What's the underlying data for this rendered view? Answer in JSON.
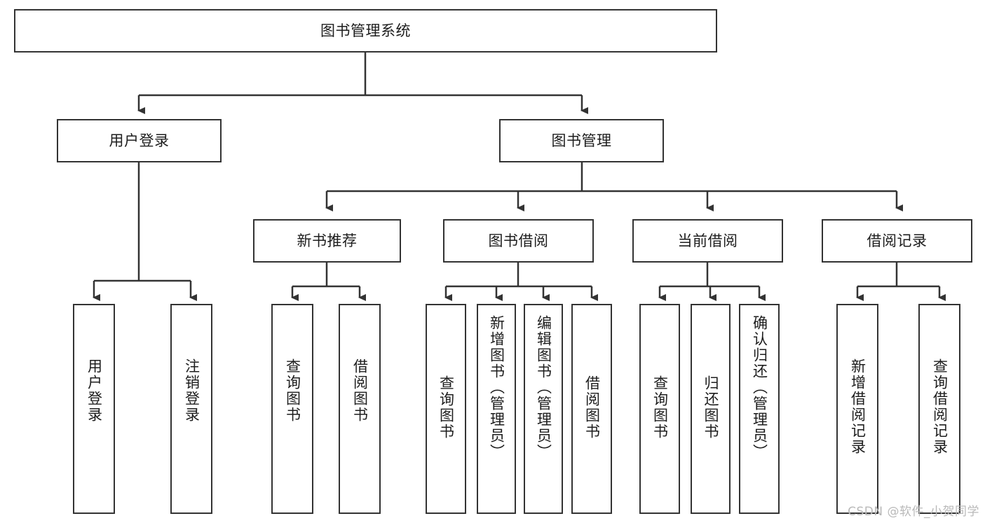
{
  "diagram": {
    "type": "tree",
    "title": "图书管理系统",
    "orientation": "top-down",
    "colors": {
      "box_border": "#333333",
      "box_fill": "#ffffff",
      "connector": "#333333",
      "text": "#1d1d1d",
      "watermark": "#b9b9b9"
    },
    "watermark": "CSDN @软件_小贺同学",
    "nodes": {
      "root": {
        "label": "图书管理系统"
      },
      "level2": [
        {
          "label": "用户登录"
        },
        {
          "label": "图书管理"
        }
      ],
      "level3": [
        {
          "label": "新书推荐"
        },
        {
          "label": "图书借阅"
        },
        {
          "label": "当前借阅"
        },
        {
          "label": "借阅记录"
        }
      ],
      "leaves": {
        "user_login": [
          {
            "label": "用户登录"
          },
          {
            "label": "注销登录"
          }
        ],
        "new_book_recommend": [
          {
            "label": "查询图书"
          },
          {
            "label": "借阅图书"
          }
        ],
        "book_borrow": [
          {
            "label": "查询图书"
          },
          {
            "label": "新增图书（管理员）"
          },
          {
            "label": "编辑图书（管理员）"
          },
          {
            "label": "借阅图书"
          }
        ],
        "current_borrow": [
          {
            "label": "查询图书"
          },
          {
            "label": "归还图书"
          },
          {
            "label": "确认归还（管理员）"
          }
        ],
        "borrow_record": [
          {
            "label": "新增借阅记录"
          },
          {
            "label": "查询借阅记录"
          }
        ]
      }
    }
  }
}
